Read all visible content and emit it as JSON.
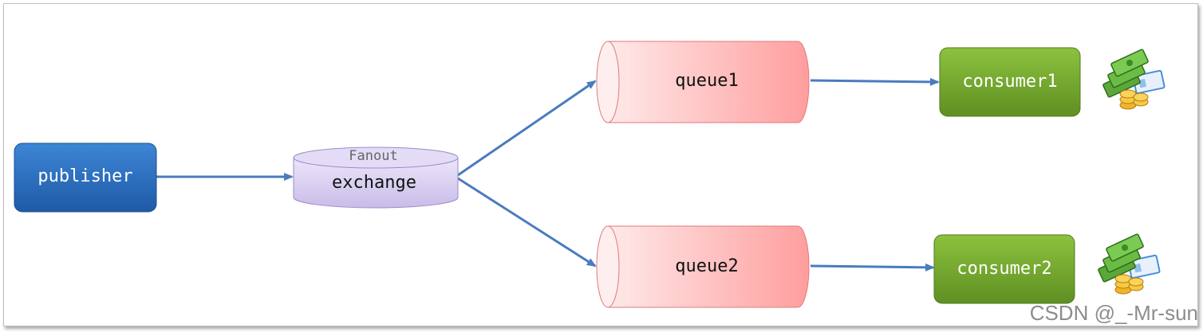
{
  "publisher": {
    "label": "publisher"
  },
  "exchange": {
    "type_label": "Fanout",
    "label": "exchange"
  },
  "queues": [
    {
      "label": "queue1"
    },
    {
      "label": "queue2"
    }
  ],
  "consumers": [
    {
      "label": "consumer1",
      "icon": "money-icon"
    },
    {
      "label": "consumer2",
      "icon": "money-icon"
    }
  ],
  "watermark": "CSDN @_-Mr-sun",
  "colors": {
    "publisher": "#2e6fbf",
    "exchange": "#d8cdf0",
    "queue": "#ffb3b3",
    "consumer": "#7aaa2e",
    "arrow": "#4a7bbf"
  }
}
